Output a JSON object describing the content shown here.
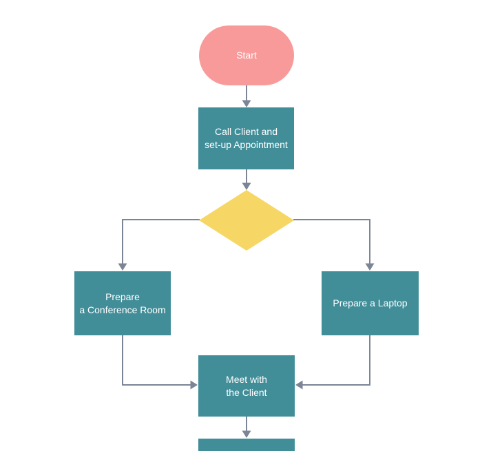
{
  "flowchart": {
    "nodes": {
      "start": {
        "label": "Start",
        "shape": "terminator",
        "fill": "#f89a9a",
        "text_color": "#ffffff"
      },
      "call_client": {
        "label": "Call Client and\nset-up Appointment",
        "shape": "process",
        "fill": "#418e99",
        "text_color": "#ffffff"
      },
      "decision": {
        "label": "",
        "shape": "decision",
        "fill": "#f6d665"
      },
      "prepare_room": {
        "label": "Prepare\na Conference Room",
        "shape": "process",
        "fill": "#418e99",
        "text_color": "#ffffff"
      },
      "prepare_laptop": {
        "label": "Prepare a Laptop",
        "shape": "process",
        "fill": "#418e99",
        "text_color": "#ffffff"
      },
      "meet_client": {
        "label": "Meet with\nthe Client",
        "shape": "process",
        "fill": "#418e99",
        "text_color": "#ffffff"
      },
      "next_step": {
        "label": "",
        "shape": "process",
        "fill": "#418e99"
      }
    },
    "colors": {
      "connector": "#7b8595",
      "canvas_background": "#ffffff",
      "label_text": "#ffffff"
    }
  }
}
